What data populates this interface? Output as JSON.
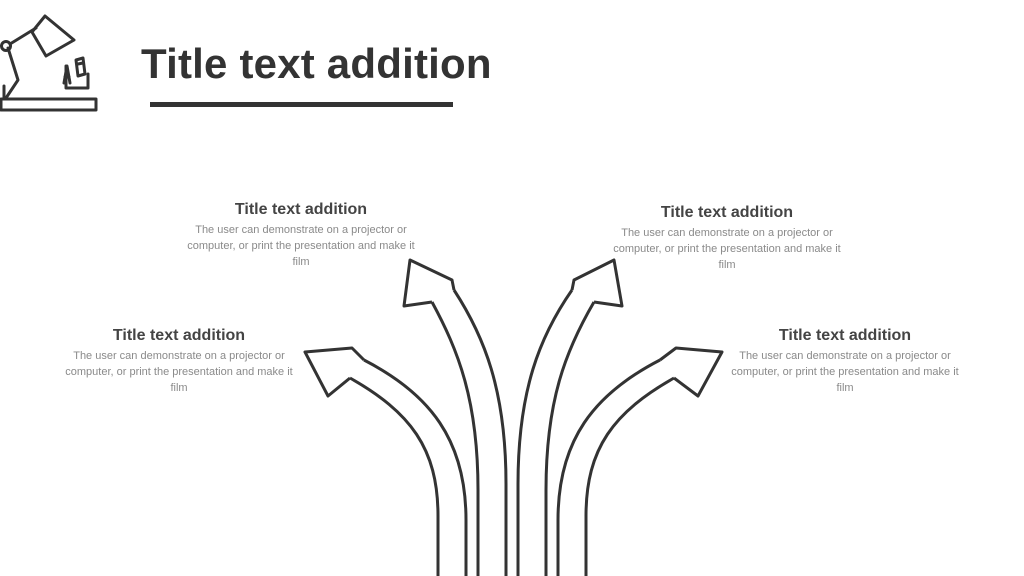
{
  "slide": {
    "title": "Title text addition"
  },
  "blocks": [
    {
      "title": "Title text addition",
      "description": "The user can demonstrate on a projector or computer, or print the presentation and make it film"
    },
    {
      "title": "Title text addition",
      "description": "The user can demonstrate on a projector or computer, or print the presentation and make it film"
    },
    {
      "title": "Title text addition",
      "description": "The user can demonstrate on a projector or computer, or print the presentation and make it film"
    },
    {
      "title": "Title text addition",
      "description": "The user can demonstrate on a projector or computer, or print the presentation and make it film"
    }
  ],
  "icons": {
    "logo": "desk-lamp-icon",
    "arrows": "branching-arrows-icon"
  },
  "colors": {
    "title": "#333333",
    "block_title": "#444444",
    "block_text": "#8a8a8a",
    "stroke": "#333333"
  }
}
